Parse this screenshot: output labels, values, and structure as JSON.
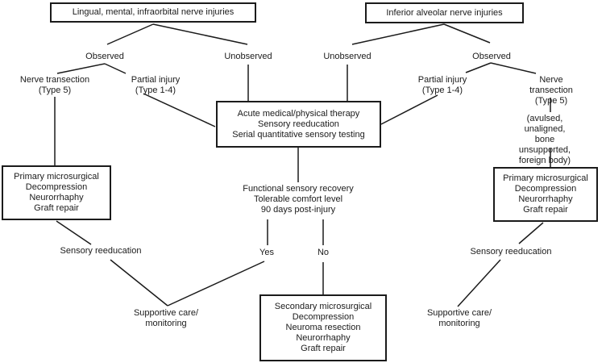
{
  "colors": {
    "background": "#ffffff",
    "line": "#1b1b1b",
    "text": "#1b1b1b"
  },
  "diagram": {
    "left_tree": {
      "root": "Lingual, mental, infraorbital nerve injuries",
      "observed": "Observed",
      "unobserved": "Unobserved",
      "nerve_transection": [
        "Nerve transection",
        "(Type 5)"
      ],
      "partial_injury": [
        "Partial injury",
        "(Type 1-4)"
      ],
      "primary_box": [
        "Primary microsurgical",
        "Decompression",
        "Neurorrhaphy",
        "Graft repair"
      ],
      "sensory_reeducation": "Sensory reeducation",
      "supportive": [
        "Supportive care/",
        "monitoring"
      ]
    },
    "right_tree": {
      "root": "Inferior alveolar nerve injuries",
      "unobserved": "Unobserved",
      "observed": "Observed",
      "partial_injury": [
        "Partial injury",
        "(Type 1-4)"
      ],
      "nerve_transection": [
        "Nerve transection",
        "(Type 5)"
      ],
      "avulsed_note": [
        "(avulsed, unaligned,",
        "bone unsupported,",
        "foreign body)"
      ],
      "primary_box": [
        "Primary microsurgical",
        "Decompression",
        "Neurorrhaphy",
        "Graft repair"
      ],
      "sensory_reeducation": "Sensory reeducation",
      "supportive": [
        "Supportive care/",
        "monitoring"
      ]
    },
    "center": {
      "acute_box": [
        "Acute medical/physical therapy",
        "Sensory reeducation",
        "Serial quantitative sensory testing"
      ],
      "functional": [
        "Functional sensory recovery",
        "Tolerable comfort level",
        "90 days post-injury"
      ],
      "yes": "Yes",
      "no": "No",
      "secondary_box": [
        "Secondary microsurgical",
        "Decompression",
        "Neuroma resection",
        "Neurorrhaphy",
        "Graft repair"
      ]
    }
  }
}
